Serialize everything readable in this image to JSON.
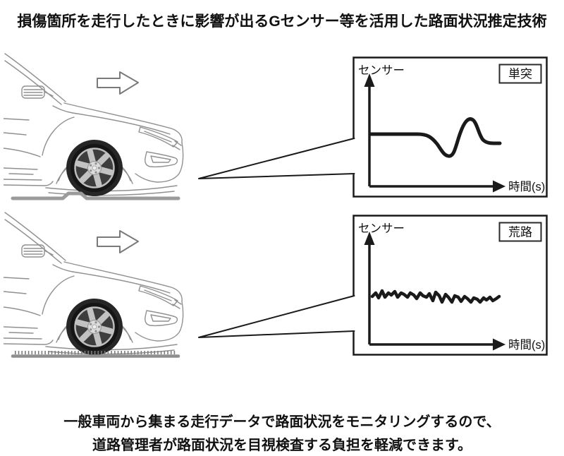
{
  "title": "損傷箇所を走行したときに影響が出るGセンサー等を活用した路面状況推定技術",
  "panels": [
    {
      "condition_label": "単突",
      "y_axis_label": "センサー",
      "x_axis_label": "時間(s)",
      "waveform": "flat baseline, single dip then sharp bump pulse, settling back",
      "road_surface": "single bump on flat road"
    },
    {
      "condition_label": "荒路",
      "y_axis_label": "センサー",
      "x_axis_label": "時間(s)",
      "waveform": "continuous small-amplitude noise around baseline",
      "road_surface": "rough serrated road surface"
    }
  ],
  "footer": {
    "line1": "一般車両から集まる走行データで路面状況をモニタリングするので、",
    "line2": "道路管理者が路面状況を目視検査する負担を軽減できます。"
  },
  "colors": {
    "ink": "#1a1a1a",
    "car_line": "#909090",
    "road": "#999999",
    "background": "#ffffff"
  }
}
